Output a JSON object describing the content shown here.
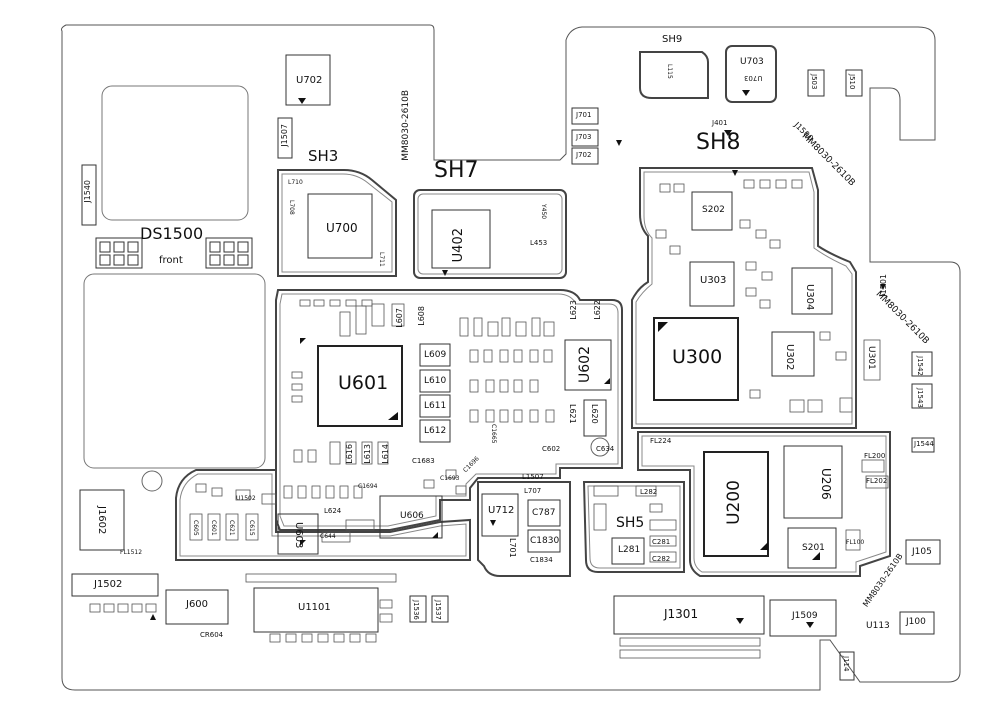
{
  "big_labels": {
    "sh7": "SH7",
    "sh8": "SH8",
    "sh3": "SH3",
    "sh9": "SH9",
    "sh5": "SH5",
    "ds1500": "DS1500",
    "front": "front"
  },
  "chips": {
    "u702": "U702",
    "u700": "U700",
    "u402": "U402",
    "u601": "U601",
    "u602": "U602",
    "u300": "U300",
    "u303": "U303",
    "u304": "U304",
    "u302": "U302",
    "u301": "U301",
    "u200": "U200",
    "u206": "U206",
    "s202": "S202",
    "s201": "S201",
    "u703": "U703",
    "u606": "U606",
    "u712": "U712",
    "u603": "U603",
    "u1101": "U1101",
    "u113": "U113"
  },
  "connectors": {
    "j1301": "J1301",
    "j1509": "J1509",
    "j1502": "J1502",
    "j600": "J600",
    "j1602": "J1602",
    "j1105": "J105",
    "j1100": "J100",
    "j1507": "J1507",
    "j1540": "J1540",
    "j1542": "J1542",
    "j1543": "J1543",
    "j1544": "J1544",
    "j1114": "J114",
    "j1501": "J1501",
    "j1536": "J1536",
    "j1537": "J1537",
    "j701": "J701",
    "j703": "J703",
    "j702": "J702",
    "j401": "J401",
    "j1500": "J1500",
    "j503": "J503",
    "j510": "J510"
  },
  "inductors": {
    "l609": "L609",
    "l610": "L610",
    "l611": "L611",
    "l612": "L612",
    "l607": "L607",
    "l608": "L608",
    "l616": "L616",
    "l614": "L614",
    "l613": "L613",
    "l623": "L623",
    "l622": "L622",
    "l621": "L621",
    "l620": "L620",
    "l624": "L624",
    "l701": "L701",
    "l707": "L707",
    "l1507": "L1507",
    "l281": "L281",
    "l282": "L282",
    "l453": "L453",
    "l710": "L710",
    "l708": "L708",
    "l711": "L711",
    "l115": "L115"
  },
  "caps": {
    "c787": "C787",
    "c1830": "C1830",
    "c1834": "C1834",
    "c634": "C634",
    "c602": "C602",
    "c281": "C281",
    "c282": "C282",
    "c1683": "C1683",
    "c1694": "C1694",
    "c1696": "C1696",
    "c1665": "C1665",
    "c644": "C644",
    "c601": "C601",
    "c621": "C621",
    "c615": "C615",
    "c605": "C605",
    "c1693": "C1693"
  },
  "misc": {
    "fl1512": "FL1512",
    "fl202": "FL202",
    "fl200": "FL200",
    "cr604": "CR604",
    "u1502": "U1502",
    "fl224": "FL224",
    "fl100": "FL100",
    "y450": "Y450"
  },
  "marks": {
    "mm_top": "MM8030-2610B",
    "mm_sh8": "MM8030-2610B",
    "mm_right": "MM8030-2610B",
    "mm_bottom": "MM8030-2610B",
    "u701s": "U703"
  }
}
